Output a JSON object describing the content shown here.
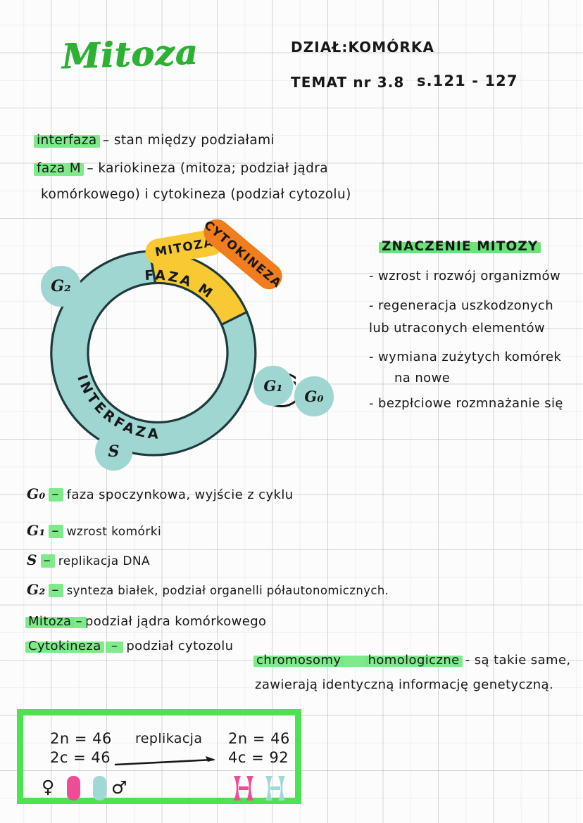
{
  "page": {
    "title": "Mitoza",
    "header": {
      "section_label": "DZIAŁ:KOMÓRKA",
      "topic_label": "TEMAT nr 3.8",
      "pages_label": "s.121 - 127"
    }
  },
  "definitions_top": {
    "line1_term": "interfaza",
    "line1_rest": "– stan między podziałami",
    "line2_term": "faza M",
    "line2_rest": "– kariokineza (mitoza; podział jądra",
    "line3_rest": "komórkowego) i cytokineza (podział cytozolu)"
  },
  "diagram": {
    "interfaza_label": "INTERFAZA",
    "faza_m_label_1": "FAZA",
    "faza_m_label_2": "M",
    "mitoza_badge": "MITOZA",
    "cytokineza_badge": "CYTOKINEZA",
    "circles": {
      "g2": "G₂",
      "g1": "G₁",
      "g0": "G₀",
      "s": "S"
    },
    "colors": {
      "interfaza": "#a0d6d2",
      "faza_m": "#f8c933",
      "cytokineza": "#f07d1e",
      "stroke": "#1d3a3c"
    }
  },
  "znaczenie": {
    "heading": "ZNACZENIE MITOZY",
    "items": [
      "- wzrost i rozwój organizmów",
      "- regeneracja uszkodzonych",
      "lub utraconych elementów",
      "- wymiana zużytych komórek",
      "na nowe",
      "- bezpłciowe rozmnażanie się"
    ]
  },
  "phase_definitions": [
    {
      "term": "G₀",
      "sep": "–",
      "text": "faza spoczynkowa, wyjście z cyklu"
    },
    {
      "term": "G₁",
      "sep": "–",
      "text": "wzrost komórki"
    },
    {
      "term": "S",
      "sep": "–",
      "text": "replikacja DNA"
    },
    {
      "term": "G₂",
      "sep": "–",
      "text": "synteza białek, podział organelli półautonomicznych."
    }
  ],
  "highlighted_definitions": [
    {
      "term": "Mitoza",
      "sep": "–",
      "text": "podział jądra komórkowego"
    },
    {
      "term": "Cytokineza",
      "sep": "–",
      "text": "podział cytozolu"
    }
  ],
  "chromosomes_note": {
    "term": "chromosomy",
    "term2": "homologiczne",
    "line1_rest": "- są takie same,",
    "line2": "zawierają identyczną informację genetyczną."
  },
  "replication_box": {
    "left_line1": "2n = 46",
    "left_line2": "2c = 46",
    "arrow_label": "replikacja",
    "right_line1": "2n = 46",
    "right_line2": "4c = 92",
    "female_symbol": "♀",
    "male_symbol": "♂",
    "colors": {
      "pink": "#ee4d96",
      "teal": "#9fd9d6",
      "border": "#4ce34f"
    }
  }
}
